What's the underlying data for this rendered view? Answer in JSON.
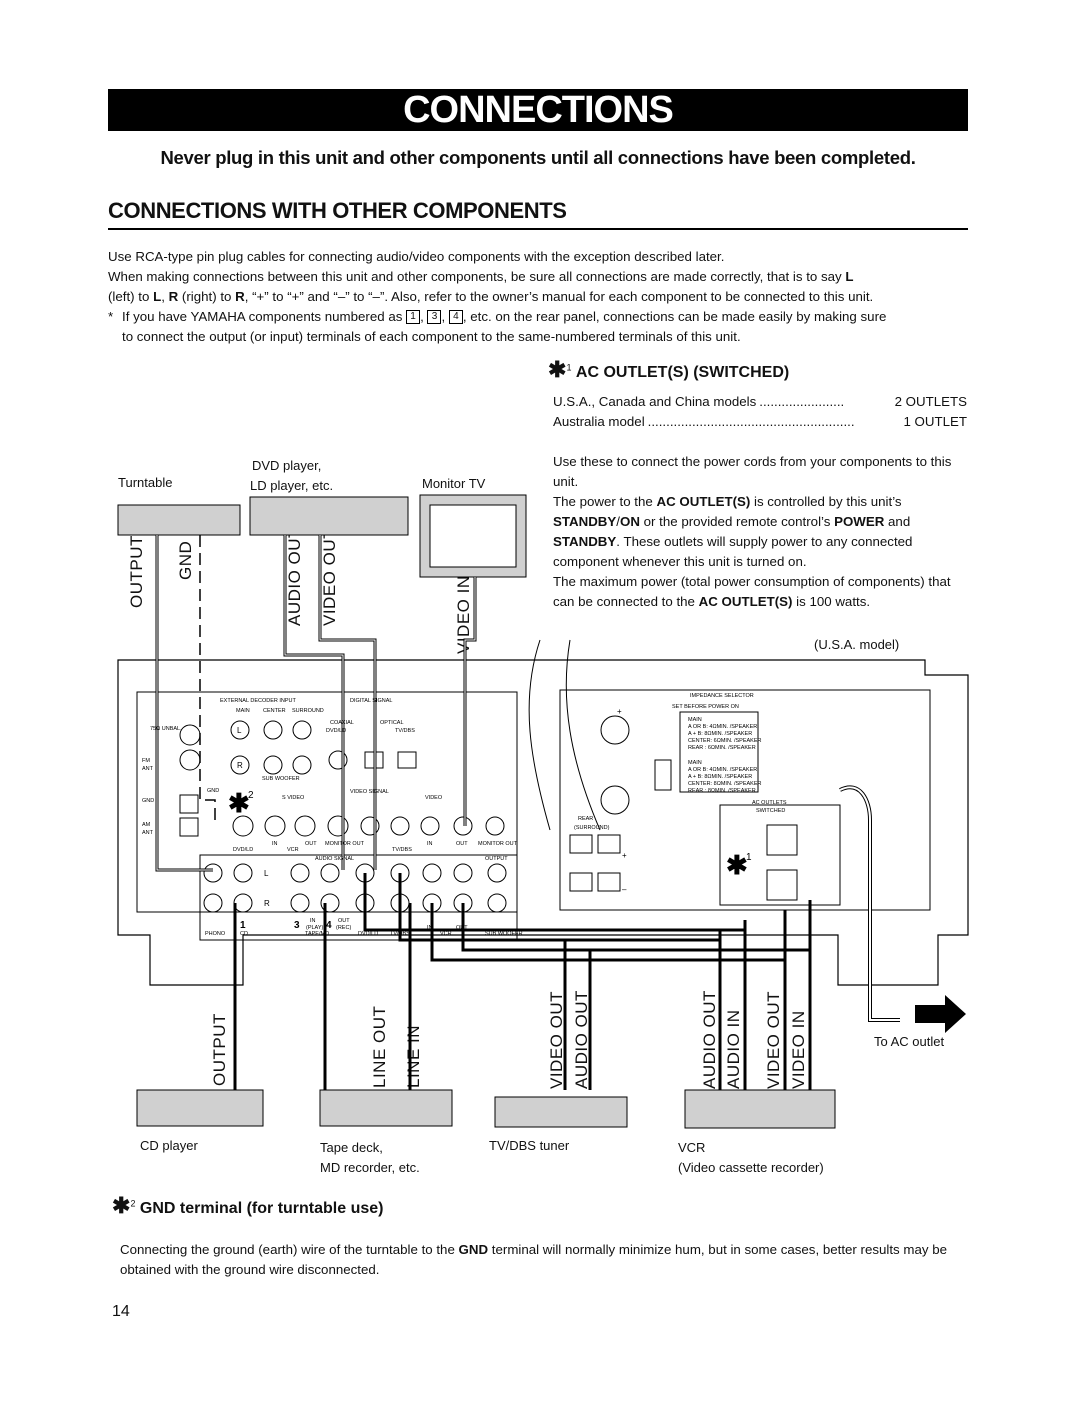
{
  "banner_title": "CONNECTIONS",
  "warning": "Never plug in this unit and other components until all connections have been completed.",
  "section_title": "CONNECTIONS WITH OTHER COMPONENTS",
  "intro": {
    "line1": "Use RCA-type pin plug cables for connecting audio/video components with the exception described later.",
    "line2a": "When making connections between this unit and other components, be sure all connections are made correctly, that is to say ",
    "line2b": "L",
    "line3a": "(left) to ",
    "line3b": "L",
    "line3c": ", ",
    "line3d": "R",
    "line3e": " (right) to ",
    "line3f": "R",
    "line3g": ", “+” to “+” and “–” to “–”.  Also, refer to the owner’s manual for each component to be connected to this unit.",
    "note_a": "If you have YAMAHA components numbered as ",
    "box1": "1",
    "box3": "3",
    "box4": "4",
    "note_b": ", etc. on the rear panel, connections can be made easily by making sure",
    "note_c": "to connect the output (or input) terminals of each component to the same-numbered terminals of this unit.",
    "note_mark": "*"
  },
  "ac_outlet": {
    "title": "AC OUTLET(S) (SWITCHED)",
    "sup": "1",
    "row1_label": "U.S.A., Canada and China models",
    "row1_dots": ".......................",
    "row1_value": "2  OUTLETS",
    "row2_label": "Australia model",
    "row2_dots": "........................................................",
    "row2_value": "1 OUTLET",
    "p1": "Use these to connect the power cords from your components to this unit.",
    "p2a": "The power to the ",
    "p2b": "AC OUTLET(S)",
    "p2c": " is controlled by this unit’s ",
    "p2d": "STANDBY",
    "p2e": "/",
    "p2f": "ON",
    "p2g": " or the provided remote control’s ",
    "p2h": "POWER",
    "p2i": " and ",
    "p2j": "STANDBY",
    "p2k": ".  These outlets will supply power to any connected component whenever this unit is turned on.",
    "p3a": "The maximum power (total power consumption of components) that can be connected to the ",
    "p3b": "AC OUTLET(S)",
    "p3c": " is 100 watts."
  },
  "diagram": {
    "model_label": "(U.S.A. model)",
    "top_devices": {
      "turntable": "Turntable",
      "dvd_line1": "DVD player,",
      "dvd_line2": "LD player, etc.",
      "monitor": "Monitor TV"
    },
    "top_labels": {
      "output": "OUTPUT",
      "gnd": "GND",
      "audio_out": "AUDIO OUT",
      "video_out": "VIDEO OUT",
      "video_in": "VIDEO IN"
    },
    "bottom_labels": {
      "cd_output": "OUTPUT",
      "line_out": "LINE OUT",
      "line_in": "LINE IN",
      "tuner_video_out": "VIDEO OUT",
      "tuner_audio_out": "AUDIO OUT",
      "vcr_audio_out": "AUDIO OUT",
      "vcr_audio_in": "AUDIO IN",
      "vcr_video_out": "VIDEO OUT",
      "vcr_video_in": "VIDEO IN"
    },
    "bottom_devices": {
      "cd": "CD player",
      "tape_line1": "Tape deck,",
      "tape_line2": "MD recorder, etc.",
      "tuner": "TV/DBS tuner",
      "vcr_line1": "VCR",
      "vcr_line2": "(Video cassette recorder)"
    },
    "to_ac_outlet": "To AC outlet",
    "panel": {
      "ext_decoder": "EXTERNAL DECODER INPUT",
      "main": "MAIN",
      "center": "CENTER",
      "surround": "SURROUND",
      "digital_signal": "DIGITAL SIGNAL",
      "coaxial": "COAXIAL",
      "optical": "OPTICAL",
      "dvd_ld": "DVD/LD",
      "tv_dbs": "TV/DBS",
      "unbal": "75Ω UNBAL.",
      "fm_ant": "FM",
      "ant": "ANT",
      "am": "AM",
      "gnd": "GND",
      "subwoofer": "SUB WOOFER",
      "video_signal": "VIDEO SIGNAL",
      "s_video": "S VIDEO",
      "video": "VIDEO",
      "in": "IN",
      "out": "OUT",
      "monitor_out": "MONITOR OUT",
      "vcr": "VCR",
      "audio_signal": "AUDIO SIGNAL",
      "output": "OUTPUT",
      "phono": "PHONO",
      "cd": "CD",
      "tape_md": "TAPE/MD",
      "play": "(PLAY)",
      "rec": "(REC)",
      "sub_woofer": "SUB WOOFER",
      "impedance": "IMPEDANCE SELECTOR",
      "set_before": "SET BEFORE POWER ON",
      "imp_row1": "MAIN",
      "imp_row2": "A OR B: 4ΩMIN. /SPEAKER",
      "imp_row3": "A + B: 8ΩMIN. /SPEAKER",
      "imp_row4": "CENTER: 6ΩMIN. /SPEAKER",
      "imp_row5": "REAR : 6ΩMIN. /SPEAKER",
      "imp_row6": "A + B: 8ΩMIN. /SPEAKER",
      "imp_row7": "CENTER: 8ΩMIN. /SPEAKER",
      "imp_row8": "REAR : 8ΩMIN. /SPEAKER",
      "ac_outlets": "AC OUTLETS",
      "switched": "SWITCHED",
      "rear": "REAR",
      "rear_surround": "(SURROUND)",
      "L": "L",
      "R": "R",
      "plus": "+",
      "minus": "–",
      "n1": "1",
      "n3": "3",
      "n4": "4",
      "star1": "1",
      "star2": "2"
    }
  },
  "gnd_section": {
    "title": "GND terminal (for turntable use)",
    "sup": "2",
    "p_a": "Connecting the ground (earth) wire of the turntable to the ",
    "p_b": "GND",
    "p_c": " terminal will normally minimize hum, but in some cases, better results may be obtained with the ground wire disconnected."
  },
  "page_number": "14"
}
